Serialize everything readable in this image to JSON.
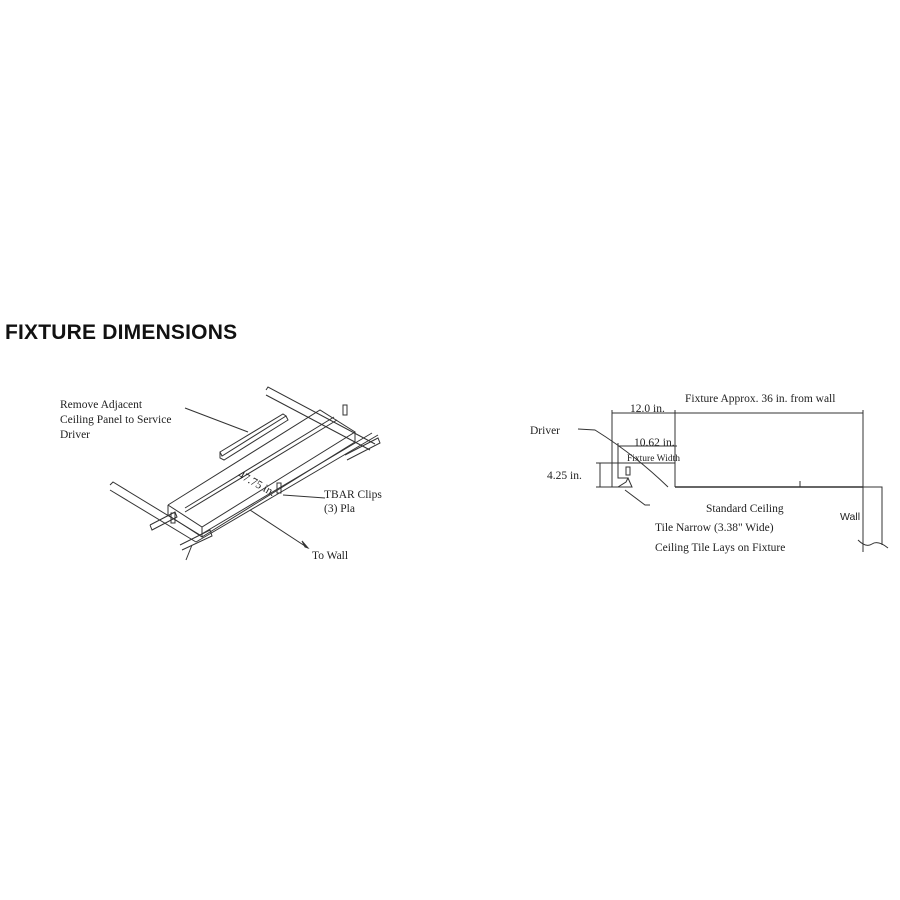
{
  "title": "FIXTURE DIMENSIONS",
  "isometric_view": {
    "remove_panel_note": [
      "Remove Adjacent",
      "Ceiling Panel to Service",
      "Driver"
    ],
    "length_label": "47.75 in.",
    "tbar_clips_label": [
      "TBAR Clips",
      "(3) Pla"
    ],
    "to_wall_label": "To Wall"
  },
  "section_view": {
    "fixture_distance_label": "Fixture Approx. 36 in. from wall",
    "width_12_label": "12.0 in.",
    "driver_label": "Driver",
    "width_1062_label": "10.62 in.",
    "fixture_width_label": "Fixture Width",
    "height_label": "4.25 in.",
    "ceiling_note": [
      "Standard Ceiling",
      "Tile Narrow (3.38\" Wide)",
      "Ceiling Tile Lays on Fixture"
    ],
    "wall_label": "Wall"
  }
}
